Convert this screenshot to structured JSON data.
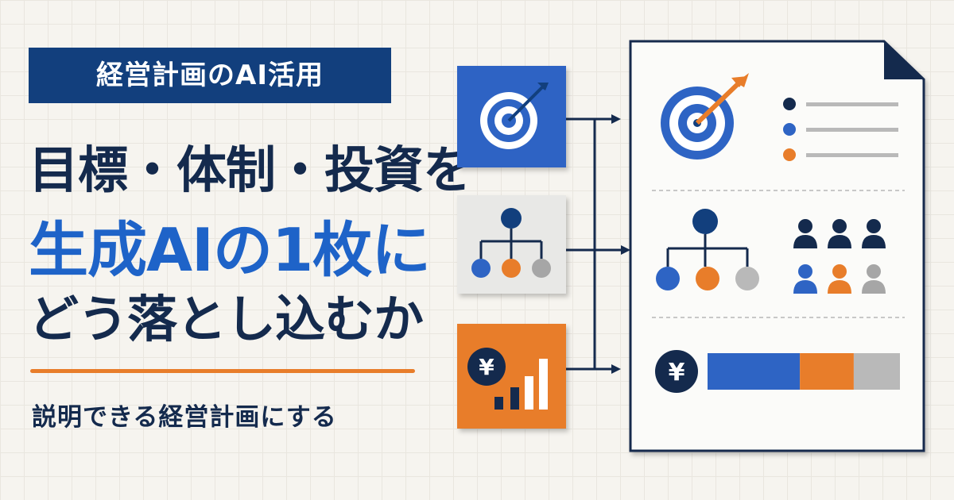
{
  "badge": {
    "text": "経営計画のAI活用"
  },
  "headline": {
    "line1": "目標・体制・投資を",
    "line2": "生成AIの1枚に",
    "line3": "どう落とし込むか"
  },
  "subtitle": "説明できる経営計画にする",
  "cards": [
    {
      "id": "target",
      "icon": "target-icon",
      "color": "#2e64c4"
    },
    {
      "id": "org",
      "icon": "org-chart-icon",
      "color": "#e8e8e6"
    },
    {
      "id": "investment",
      "icon": "yen-bar-chart-icon",
      "symbol": "¥",
      "color": "#e87d2a"
    }
  ],
  "document": {
    "sections": [
      "target-section",
      "organization-section",
      "budget-section"
    ],
    "yen_symbol": "¥",
    "budget_bar": {
      "segments": [
        {
          "share": 0.48,
          "color": "#2e64c4"
        },
        {
          "share": 0.28,
          "color": "#e87d2a"
        },
        {
          "share": 0.24,
          "color": "#b9b9b9"
        }
      ]
    }
  },
  "colors": {
    "navy": "#123f7d",
    "blue": "#2e64c4",
    "orange": "#e87d2a",
    "gray": "#a6a6a6",
    "ink": "#142a4d"
  }
}
